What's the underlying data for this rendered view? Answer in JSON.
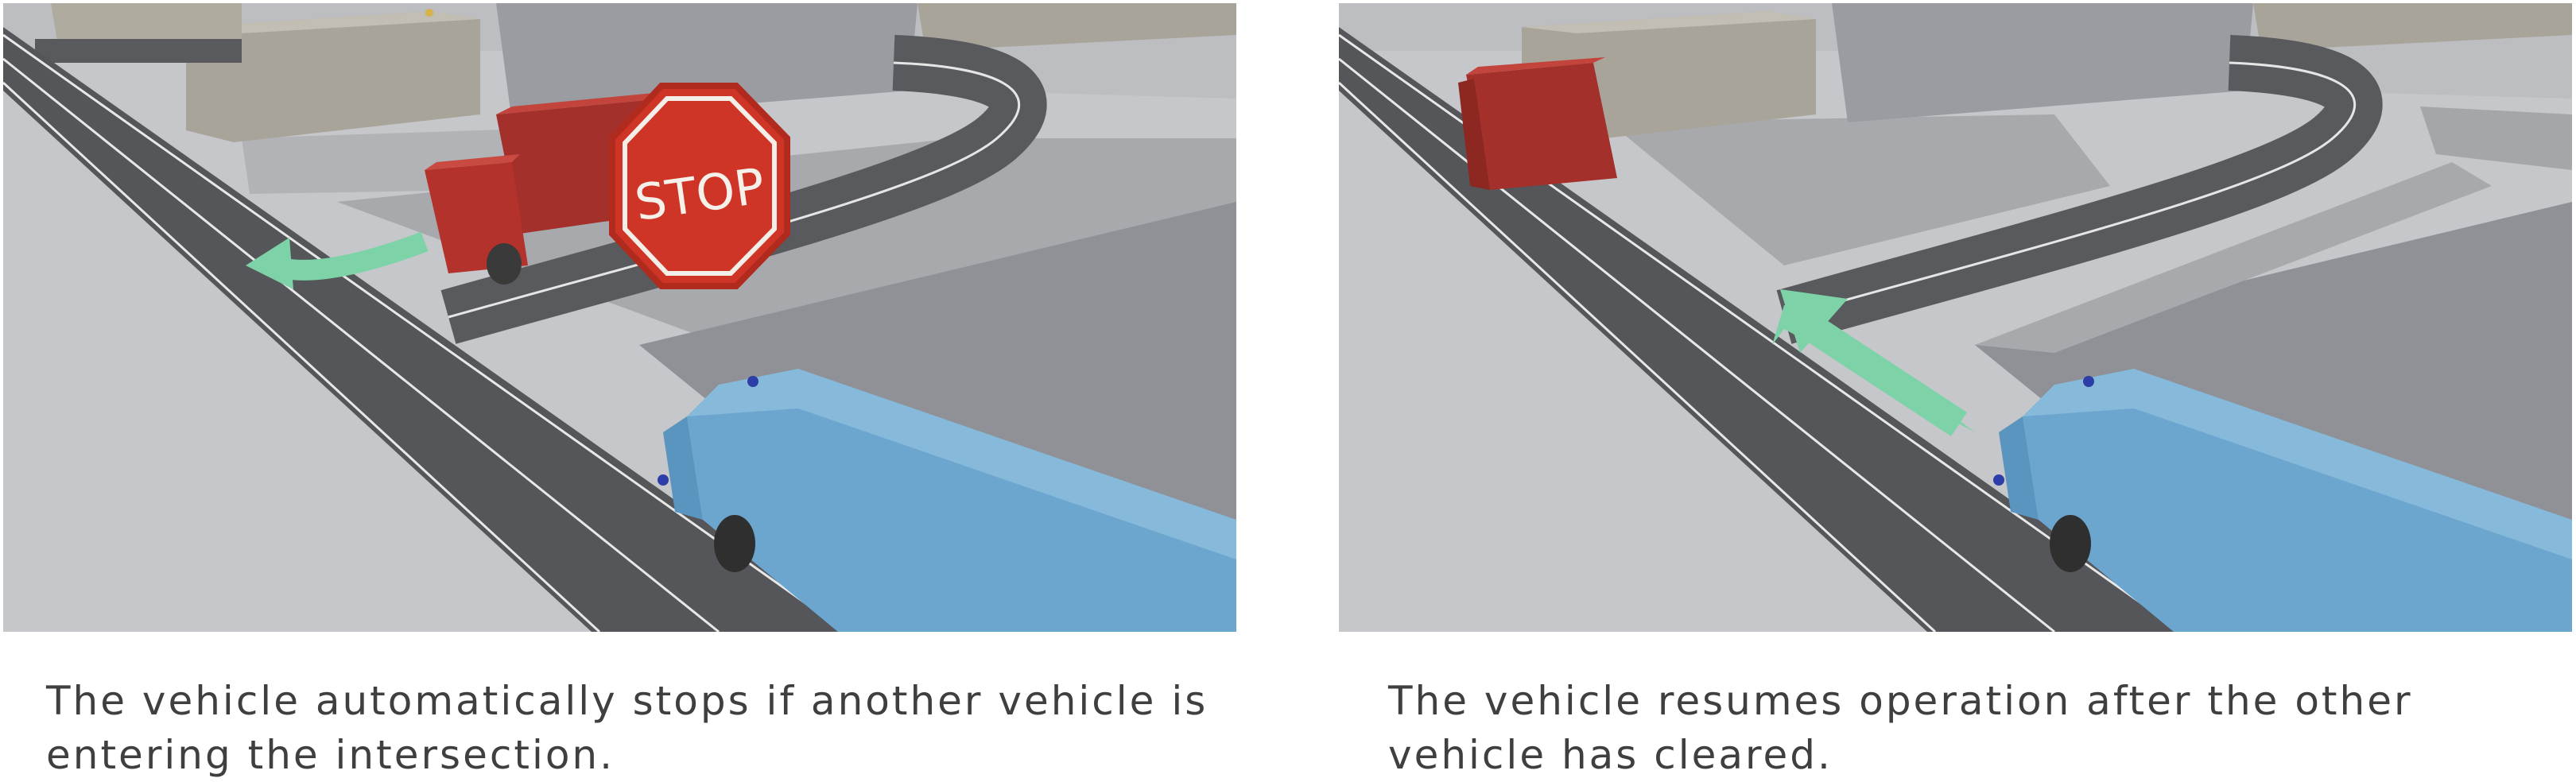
{
  "figures": [
    {
      "caption": "The vehicle automatically stops if another vehicle is entering the intersection.",
      "stop_sign_text": "STOP"
    },
    {
      "caption": "The vehicle resumes operation after the other vehicle has cleared."
    }
  ],
  "colors": {
    "ground": "#c9cacd",
    "road": "#545659",
    "building": "#a9a49a",
    "shadow_block": "#8e9096",
    "truck": "#b3322b",
    "bus": "#79aed0",
    "stop_sign": "#cf3527",
    "arrow": "#7dd3a7"
  },
  "icons": [
    "stop-sign-icon",
    "turn-left-arrow-icon",
    "straight-arrow-icon"
  ]
}
